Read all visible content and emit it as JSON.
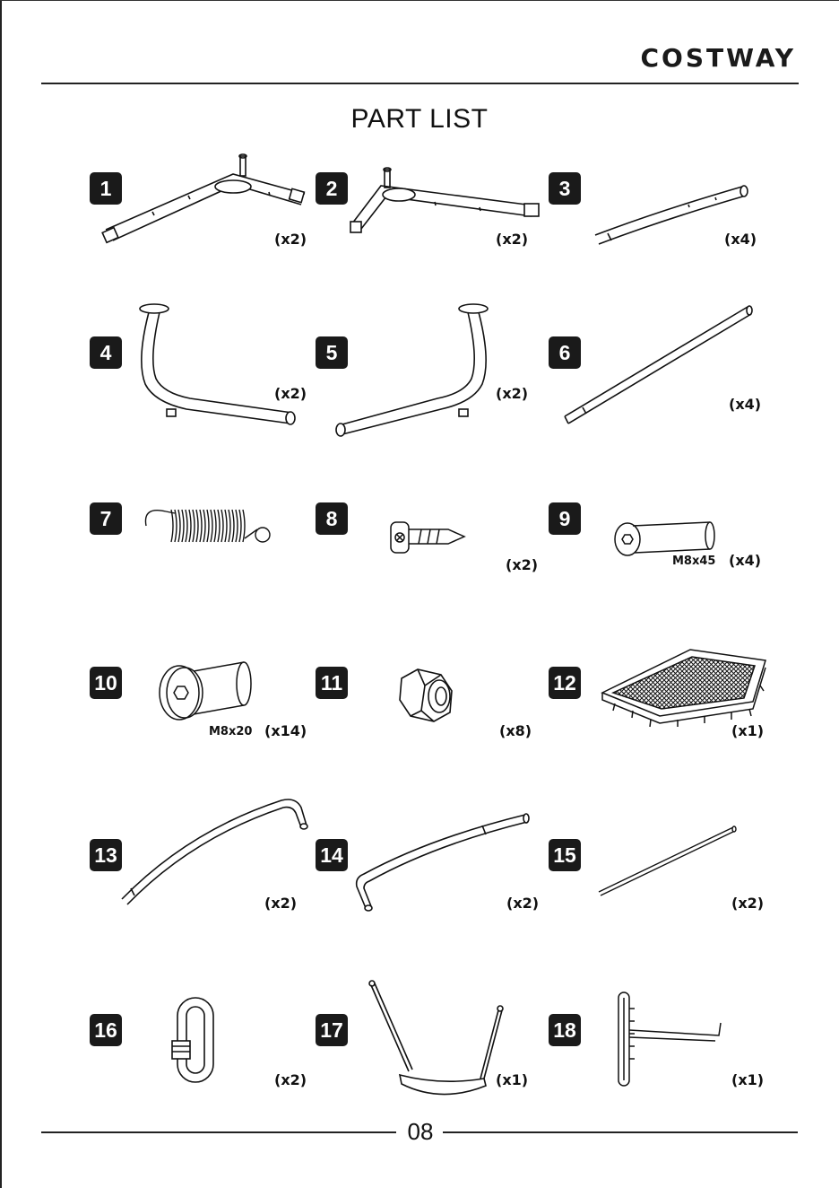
{
  "header": {
    "brand": "COSTWAY",
    "title": "PART LIST"
  },
  "parts": [
    {
      "number": "1",
      "qty": "(x2)"
    },
    {
      "number": "2",
      "qty": "(x2)"
    },
    {
      "number": "3",
      "qty": "(x4)"
    },
    {
      "number": "4",
      "qty": "(x2)"
    },
    {
      "number": "5",
      "qty": "(x2)"
    },
    {
      "number": "6",
      "qty": "(x4)"
    },
    {
      "number": "7",
      "qty": ""
    },
    {
      "number": "8",
      "qty": "(x2)"
    },
    {
      "number": "9",
      "qty": "(x4)",
      "spec": "M8x45"
    },
    {
      "number": "10",
      "qty": "(x14)",
      "spec": "M8x20"
    },
    {
      "number": "11",
      "qty": "(x8)"
    },
    {
      "number": "12",
      "qty": "(x1)"
    },
    {
      "number": "13",
      "qty": "(x2)"
    },
    {
      "number": "14",
      "qty": "(x2)"
    },
    {
      "number": "15",
      "qty": "(x2)"
    },
    {
      "number": "16",
      "qty": "(x2)"
    },
    {
      "number": "17",
      "qty": "(x1)"
    },
    {
      "number": "18",
      "qty": "(x1)"
    }
  ],
  "footer": {
    "page": "08"
  }
}
